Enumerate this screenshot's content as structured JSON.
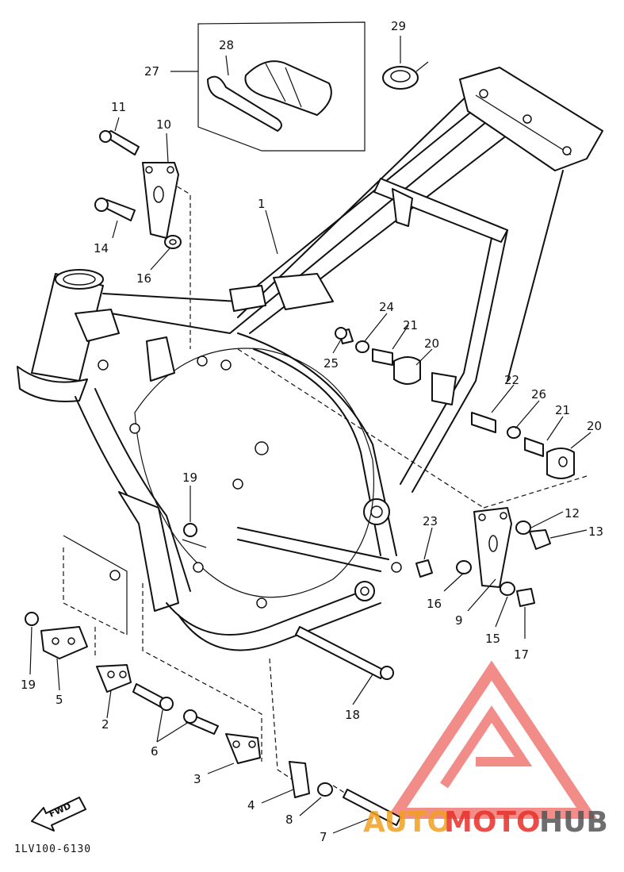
{
  "diagram": {
    "code": "1LV100-6130",
    "fwd_label": "FWD",
    "watermark": {
      "text_a": "AUTO",
      "text_b": "MOTO",
      "text_c": "HUB",
      "color_red": "#e8302a",
      "color_orange": "#f0a020",
      "color_gray": "#555555"
    },
    "callouts": [
      "1",
      "2",
      "3",
      "4",
      "5",
      "6",
      "7",
      "8",
      "9",
      "10",
      "11",
      "12",
      "13",
      "14",
      "15",
      "16",
      "16",
      "17",
      "18",
      "19",
      "19",
      "20",
      "20",
      "21",
      "21",
      "22",
      "23",
      "24",
      "25",
      "26",
      "27",
      "28",
      "29"
    ]
  }
}
